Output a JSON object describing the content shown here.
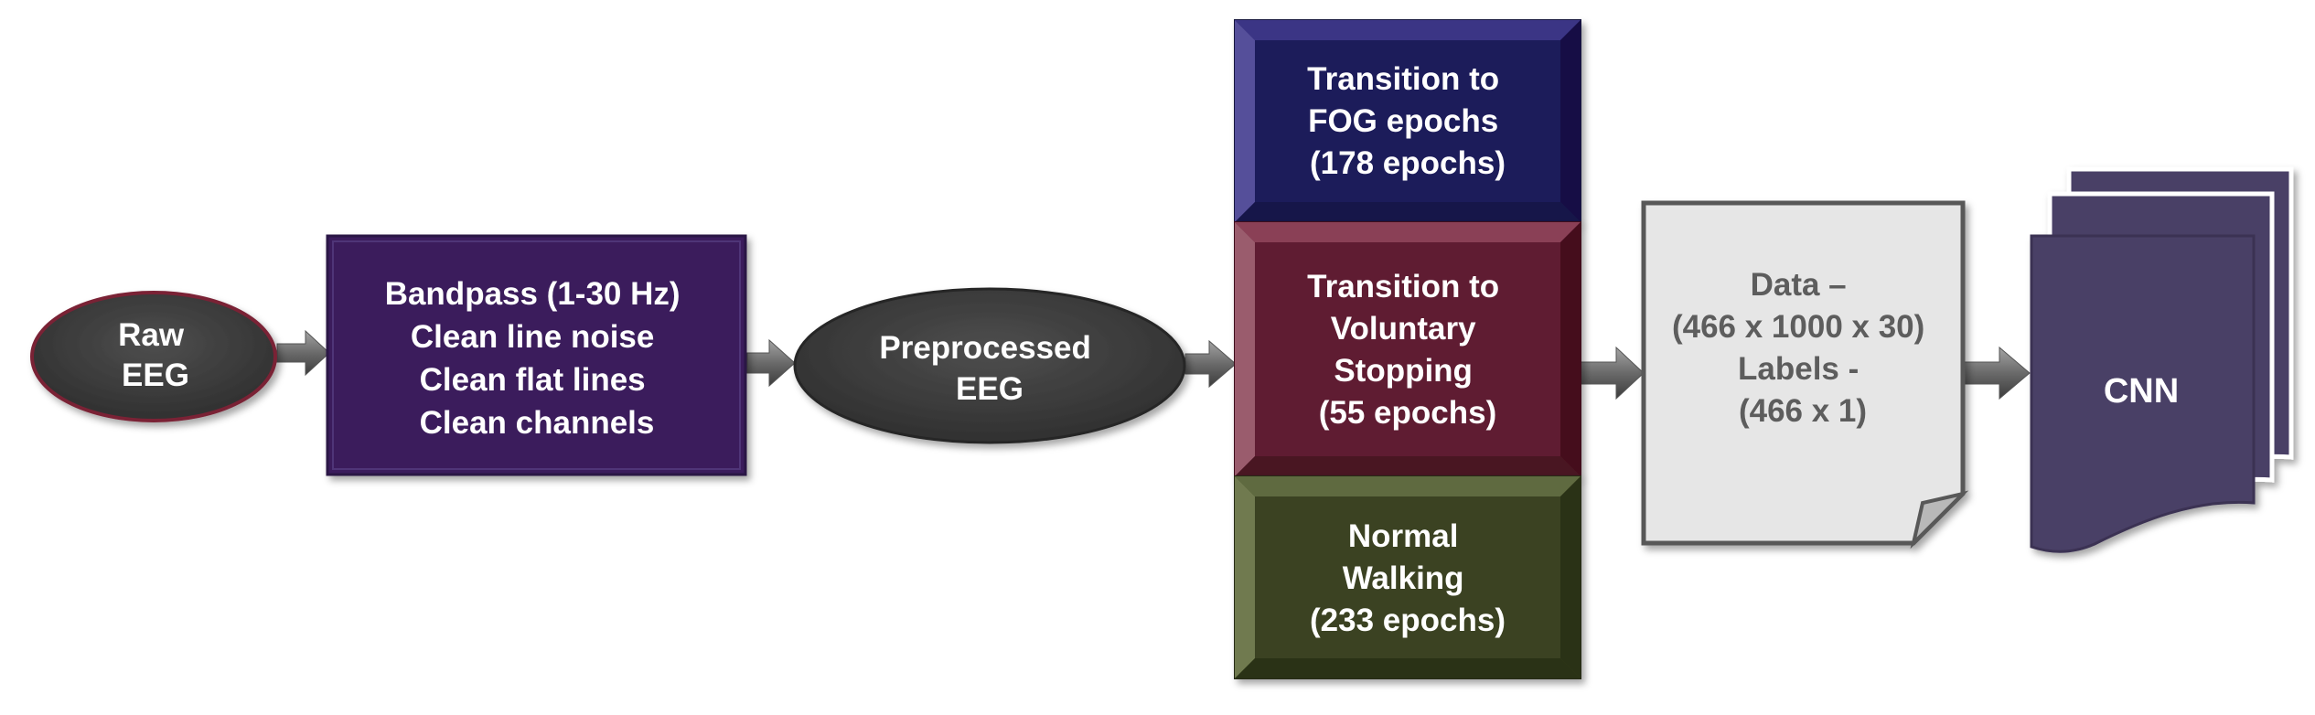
{
  "nodes": {
    "raw_eeg": {
      "lines": [
        "Raw",
        "EEG"
      ]
    },
    "preprocessing": {
      "lines": [
        "Bandpass (1-30 Hz)",
        "Clean line noise",
        "Clean flat lines",
        "Clean channels"
      ]
    },
    "preprocessed_eeg": {
      "lines": [
        "Preprocessed",
        "EEG"
      ]
    },
    "transition_fog": {
      "lines": [
        "Transition to",
        "FOG epochs",
        "(178 epochs)"
      ]
    },
    "transition_stopping": {
      "lines": [
        "Transition to",
        "Voluntary",
        "Stopping",
        "(55 epochs)"
      ]
    },
    "normal_walking": {
      "lines": [
        "Normal",
        "Walking",
        "(233 epochs)"
      ]
    },
    "data_labels": {
      "lines": [
        "Data –",
        "(466 x 1000 x 30)",
        "",
        "Labels -",
        "(466 x 1)"
      ]
    },
    "cnn": {
      "lines": [
        "CNN"
      ]
    }
  },
  "colors": {
    "ellipse": "#3f3f3f",
    "preprocessing": "#3a1f5b",
    "fog": "#1f1b5a",
    "stopping": "#5e1a30",
    "walking": "#3a4220",
    "data_box": "#e6e6e6",
    "cnn": "#4a3f66",
    "arrow": "#6e6e6e"
  }
}
